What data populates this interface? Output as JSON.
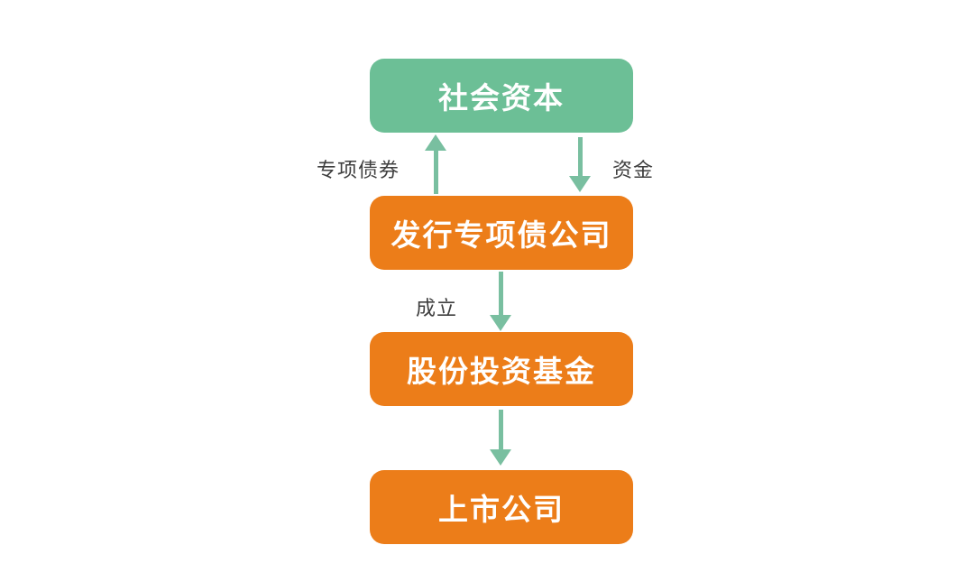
{
  "colors": {
    "green_node": "#6cbf96",
    "orange_node": "#ec7d19",
    "arrow": "#79bfa0",
    "edge_label_text": "#3f3f3f",
    "node_text": "#ffffff",
    "background": "#ffffff"
  },
  "flowchart": {
    "nodes": [
      {
        "id": "social-capital",
        "label": "社会资本",
        "color": "green"
      },
      {
        "id": "bond-issuer",
        "label": "发行专项债公司",
        "color": "orange"
      },
      {
        "id": "equity-fund",
        "label": "股份投资基金",
        "color": "orange"
      },
      {
        "id": "listed-company",
        "label": "上市公司",
        "color": "orange"
      }
    ],
    "edges": [
      {
        "from": "bond-issuer",
        "to": "social-capital",
        "direction": "up",
        "label": "专项债券"
      },
      {
        "from": "social-capital",
        "to": "bond-issuer",
        "direction": "down",
        "label": "资金"
      },
      {
        "from": "bond-issuer",
        "to": "equity-fund",
        "direction": "down",
        "label": "成立"
      },
      {
        "from": "equity-fund",
        "to": "listed-company",
        "direction": "down",
        "label": ""
      }
    ]
  }
}
